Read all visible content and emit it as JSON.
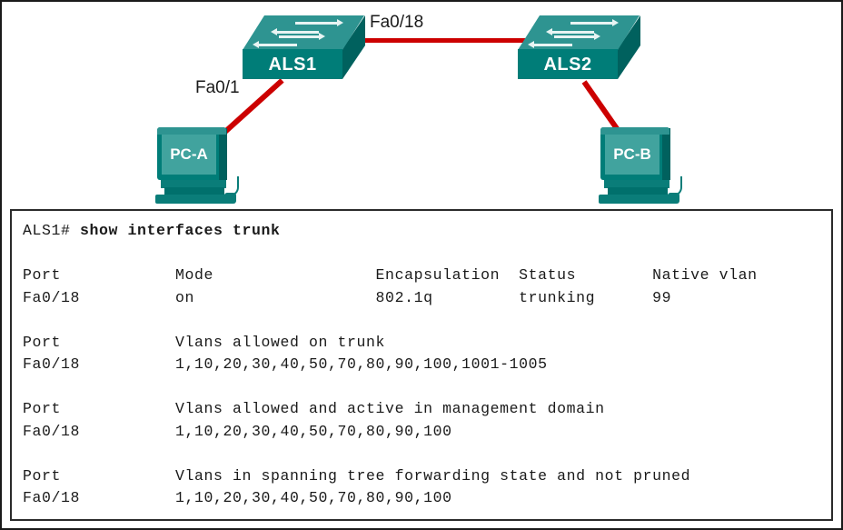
{
  "topology": {
    "devices": [
      {
        "id": "als1",
        "type": "switch",
        "label": "ALS1"
      },
      {
        "id": "als2",
        "type": "switch",
        "label": "ALS2"
      },
      {
        "id": "pca",
        "type": "pc",
        "label": "PC-A"
      },
      {
        "id": "pcb",
        "type": "pc",
        "label": "PC-B"
      }
    ],
    "link_labels": {
      "trunk": "Fa0/18",
      "access": "Fa0/1"
    },
    "colors": {
      "link": "#cc0000",
      "device_front": "#007d78",
      "device_top": "#2e9491",
      "device_side": "#00615e",
      "screen": "#41a39e",
      "device_text": "#ffffff"
    }
  },
  "terminal": {
    "prompt": "ALS1# ",
    "command": "show interfaces trunk",
    "blocks": [
      {
        "header": "Port            Mode                 Encapsulation  Status        Native vlan",
        "row": "Fa0/18          on                   802.1q         trunking      99"
      },
      {
        "header": "Port            Vlans allowed on trunk",
        "row": "Fa0/18          1,10,20,30,40,50,70,80,90,100,1001-1005"
      },
      {
        "header": "Port            Vlans allowed and active in management domain",
        "row": "Fa0/18          1,10,20,30,40,50,70,80,90,100"
      },
      {
        "header": "Port            Vlans in spanning tree forwarding state and not pruned",
        "row": "Fa0/18          1,10,20,30,40,50,70,80,90,100"
      }
    ]
  }
}
